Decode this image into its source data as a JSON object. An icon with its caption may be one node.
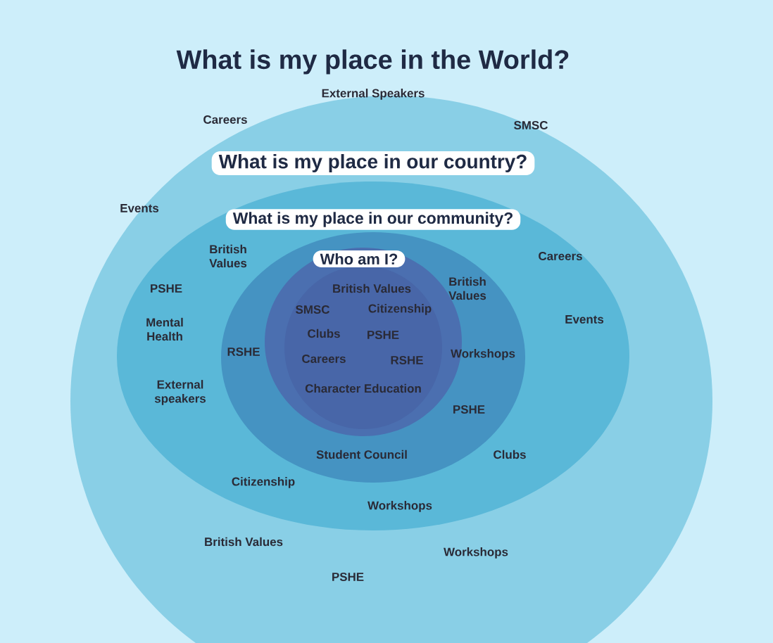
{
  "diagram": {
    "nodes": [
      {
        "text": [
          "What is my place in the World?",
          "External Speakers",
          "Careers",
          "SMSC",
          "Events",
          "British Values",
          "Workshops",
          "PSHE"
        ]
      },
      {
        "text": [
          "What is my place in our country?",
          "British Values",
          "PSHE",
          "Careers",
          "Events",
          "Mental Health",
          "External speakers",
          "Clubs",
          "Citizenship",
          "Workshops"
        ],
        "in": 0
      },
      {
        "text": [
          "What is my place in our community?",
          "British Values",
          "RSHE",
          "Workshops",
          "PSHE",
          "Student Council"
        ],
        "in": 1
      },
      {
        "text": [
          "Who am I?",
          "British Values",
          "SMSC",
          "Citizenship",
          "Clubs",
          "PSHE",
          "Careers",
          "RSHE",
          "Character Education"
        ],
        "in": 2
      }
    ]
  }
}
